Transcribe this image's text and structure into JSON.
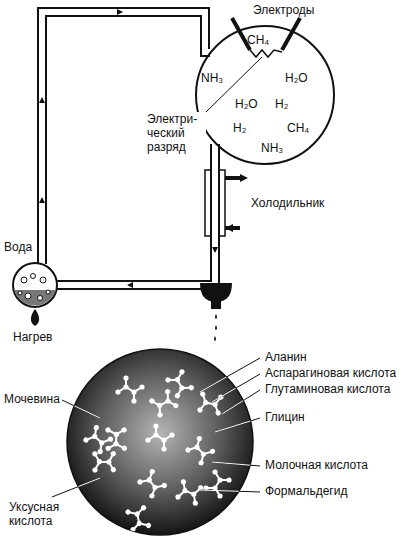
{
  "diagram": {
    "nodes": [
      {
        "text": [
          "CH₄",
          "NH₃",
          "H₂O",
          "H₂O",
          "H₂",
          "H₂",
          "CH₄",
          "NH₃"
        ]
      }
    ],
    "labels": [
      "Электроды",
      "Электри- ческий разряд",
      "Холодильник",
      "Вода",
      "Нагрев",
      "Аланин",
      "Аспарагиновая кислота",
      "Глутаминовая кислота",
      "Глицин",
      "Молочная кислота",
      "Формальдегид",
      "Мочевина",
      "Уксусная кислота"
    ]
  }
}
